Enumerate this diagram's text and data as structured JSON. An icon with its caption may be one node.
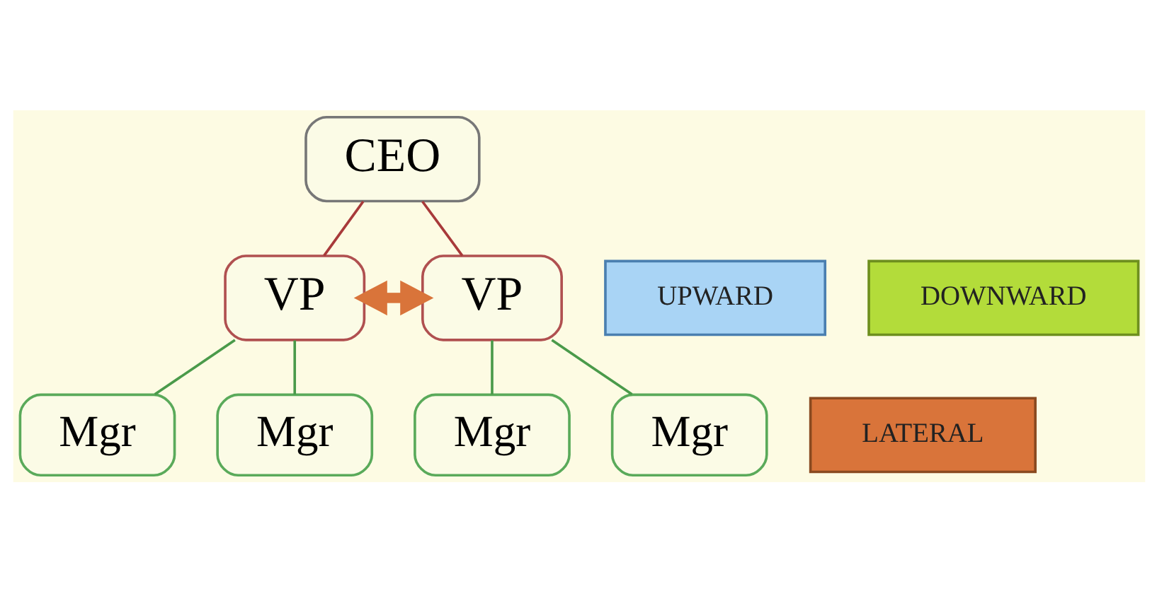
{
  "diagram": {
    "nodes": [
      {
        "text": [
          "CEO"
        ]
      },
      {
        "text": [
          "VP"
        ]
      },
      {
        "text": [
          "VP"
        ]
      },
      {
        "text": [
          "Mgr"
        ]
      },
      {
        "text": [
          "Mgr"
        ]
      },
      {
        "text": [
          "Mgr"
        ]
      },
      {
        "text": [
          "Mgr"
        ]
      },
      {
        "text": [
          "UPWARD"
        ]
      },
      {
        "text": [
          "DOWNWARD"
        ]
      },
      {
        "text": [
          "LATERAL"
        ]
      }
    ],
    "edges": [
      {
        "from": 0,
        "to": 1,
        "arrow": "none",
        "color": "#a83a3a"
      },
      {
        "from": 0,
        "to": 2,
        "arrow": "none",
        "color": "#a83a3a"
      },
      {
        "from": 1,
        "to": 3,
        "arrow": "none",
        "color": "#4a9a4a"
      },
      {
        "from": 1,
        "to": 4,
        "arrow": "none",
        "color": "#4a9a4a"
      },
      {
        "from": 2,
        "to": 5,
        "arrow": "none",
        "color": "#4a9a4a"
      },
      {
        "from": 2,
        "to": 6,
        "arrow": "none",
        "color": "#4a9a4a"
      },
      {
        "from": 1,
        "to": 2,
        "arrow": "both",
        "style": "thick",
        "color": "#d9743a"
      }
    ]
  }
}
